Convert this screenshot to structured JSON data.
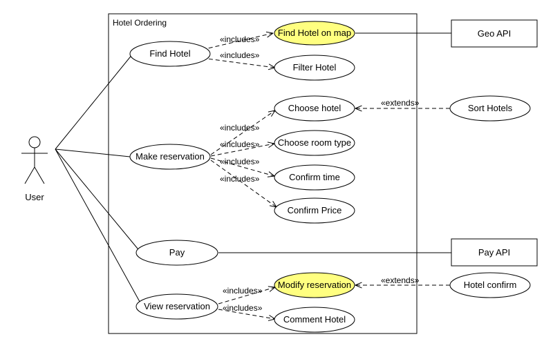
{
  "system_boundary": {
    "title": "Hotel Ordering"
  },
  "actor": {
    "label": "User"
  },
  "use_cases": {
    "find_hotel": "Find Hotel",
    "find_hotel_on_map": "Find Hotel on map",
    "filter_hotel": "Filter Hotel",
    "choose_hotel": "Choose hotel",
    "choose_room_type": "Choose room type",
    "make_reservation": "Make reservation",
    "confirm_time": "Confirm time",
    "confirm_price": "Confirm Price",
    "pay": "Pay",
    "modify_reservation": "Modify reservation",
    "view_reservation": "View reservation",
    "comment_hotel": "Comment Hotel"
  },
  "external": {
    "geo_api": "Geo API",
    "sort_hotels": "Sort Hotels",
    "pay_api": "Pay API",
    "hotel_confirm": "Hotel confirm"
  },
  "stereotypes": {
    "includes": "«includes»",
    "extends": "«extends»"
  },
  "colors": {
    "highlight_fill": "#FFFF80",
    "normal_fill": "#FFFFFF",
    "line": "#000000"
  }
}
